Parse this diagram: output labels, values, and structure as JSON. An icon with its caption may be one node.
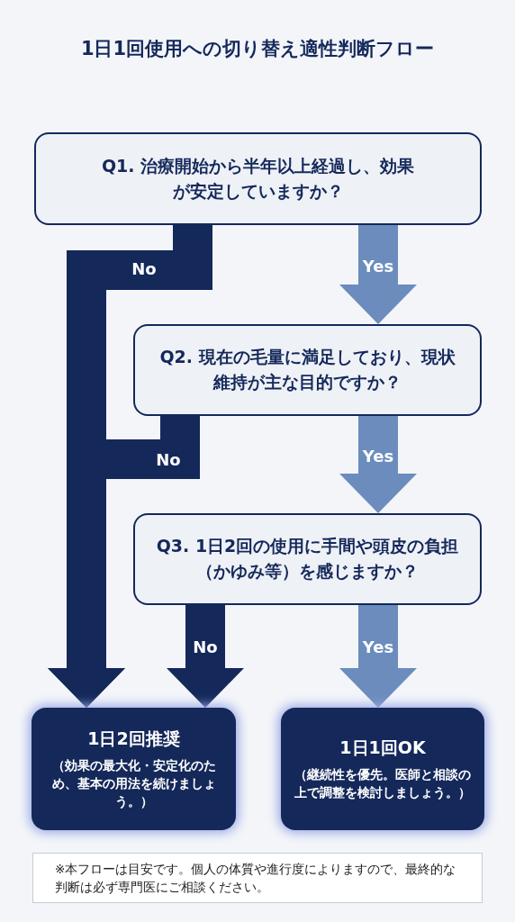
{
  "diagram": {
    "title": "1日1回使用への切り替え適性判断フロー",
    "nodes": [
      {
        "text": [
          "Q1. 治療開始から半年以上経過し、効果が安定していますか？"
        ]
      },
      {
        "text": [
          "Q2. 現在の毛量に満足しており、現状維持が主な目的ですか？"
        ]
      },
      {
        "text": [
          "Q3. 1日2回の使用に手間や頭皮の負担（かゆみ等）を感じますか？"
        ]
      },
      {
        "text": [
          "1日2回推奨",
          "（効果の最大化・安定化のため、基本の用法を続けましょう。）"
        ]
      },
      {
        "text": [
          "1日1回OK",
          "（継続性を優先。医師と相談の上で調整を検討しましょう。）"
        ]
      },
      {
        "text": [
          "※本フローは目安です。個人の体質や進行度によりますので、最終的な判断は必ず専門医にご相談ください。"
        ]
      }
    ],
    "edges": [
      {
        "from": 0,
        "to": 1,
        "arrow": "to",
        "label": "Yes",
        "color": "#6b8cbd"
      },
      {
        "from": 1,
        "to": 2,
        "arrow": "to",
        "label": "Yes",
        "color": "#6b8cbd"
      },
      {
        "from": 2,
        "to": 4,
        "arrow": "to",
        "label": "Yes",
        "color": "#6b8cbd"
      },
      {
        "from": 0,
        "to": 3,
        "arrow": "to",
        "label": "No",
        "color": "#14285a"
      },
      {
        "from": 1,
        "to": 3,
        "arrow": "to",
        "label": "No",
        "color": "#14285a"
      },
      {
        "from": 2,
        "to": 3,
        "arrow": "to",
        "label": "No",
        "color": "#14285a"
      }
    ]
  }
}
